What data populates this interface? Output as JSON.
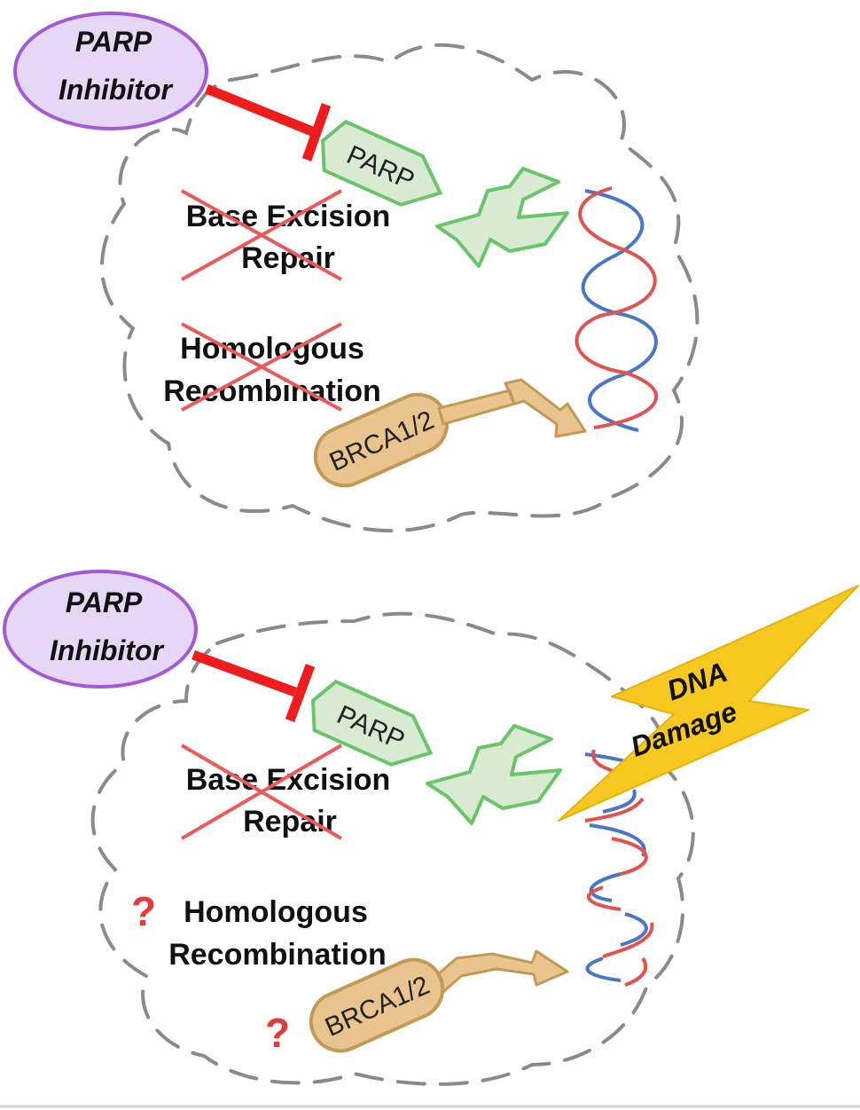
{
  "colors": {
    "inhibitor_fill": "#e7d7f6",
    "inhibitor_stroke": "#a35ad6",
    "parp_fill": "#d9ead3",
    "parp_stroke": "#6ac46a",
    "brca_fill": "#e9c48f",
    "brca_stroke": "#c39a55",
    "block_red": "#ee1c1c",
    "cross_red": "#ea5a5a",
    "dna_blue": "#4a76c7",
    "dna_red": "#e2534f",
    "damage_yellow": "#f7c81f",
    "question_red": "#e23b3b",
    "cell_outline": "#8a8a8a"
  },
  "panel_top": {
    "inhibitor": {
      "line1": "PARP",
      "line2": "Inhibitor"
    },
    "parp_label": "PARP",
    "ber": {
      "line1": "Base Excision",
      "line2": "Repair"
    },
    "hr": {
      "line1": "Homologous",
      "line2": "Recombination"
    },
    "brca_label": "BRCA1/2"
  },
  "panel_bottom": {
    "inhibitor": {
      "line1": "PARP",
      "line2": "Inhibitor"
    },
    "parp_label": "PARP",
    "ber": {
      "line1": "Base Excision",
      "line2": "Repair"
    },
    "hr": {
      "line1": "Homologous",
      "line2": "Recombination"
    },
    "brca_label": "BRCA1/2",
    "damage": {
      "line1": "DNA",
      "line2": "Damage"
    },
    "question_mark": "?"
  }
}
